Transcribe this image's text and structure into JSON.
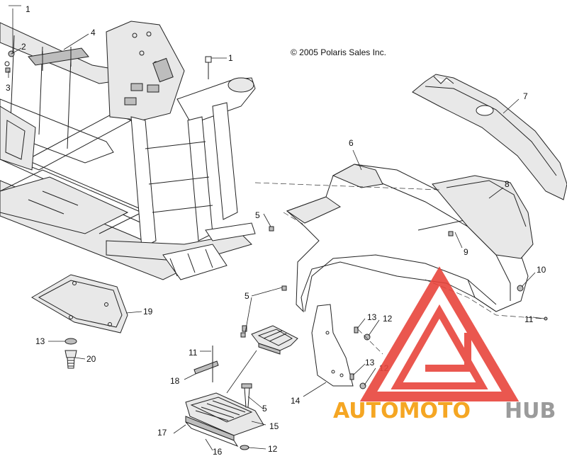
{
  "copyright": "© 2005 Polaris Sales Inc.",
  "callouts": [
    "1",
    "2",
    "3",
    "4",
    "1",
    "5",
    "6",
    "7",
    "8",
    "9",
    "10",
    "11",
    "5",
    "13",
    "12",
    "13",
    "12",
    "14",
    "11",
    "18",
    "5",
    "15",
    "16",
    "17",
    "12",
    "19",
    "13",
    "20"
  ],
  "watermark": {
    "text_orange": "AUTOMOTO",
    "text_grey": "HUB",
    "colors": {
      "orange": "#f5a623",
      "grey": "#9b9b9b",
      "red": "#e8453c"
    }
  }
}
